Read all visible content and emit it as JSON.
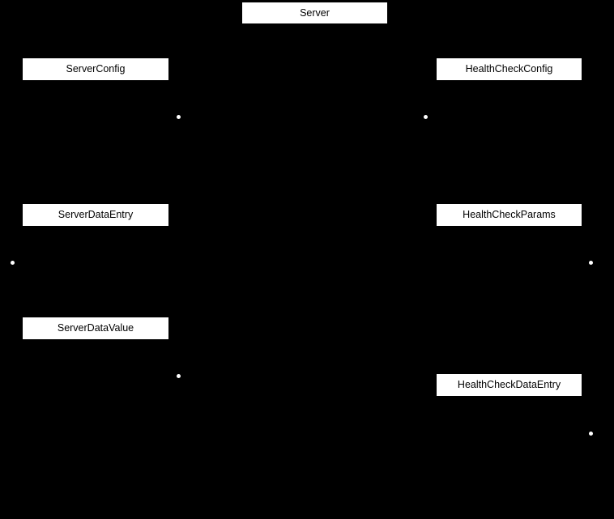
{
  "diagram": {
    "colors": {
      "background": "#000000",
      "node_fill": "#ffffff",
      "node_text": "#000000",
      "connector_dot": "#ffffff"
    },
    "nodes": {
      "server": {
        "label": "Server"
      },
      "server_config": {
        "label": "ServerConfig"
      },
      "health_check_config": {
        "label": "HealthCheckConfig"
      },
      "server_data_entry": {
        "label": "ServerDataEntry"
      },
      "health_check_params": {
        "label": "HealthCheckParams"
      },
      "server_data_value": {
        "label": "ServerDataValue"
      },
      "health_check_data_entry": {
        "label": "HealthCheckDataEntry"
      }
    },
    "connector_dot_count": 6
  }
}
